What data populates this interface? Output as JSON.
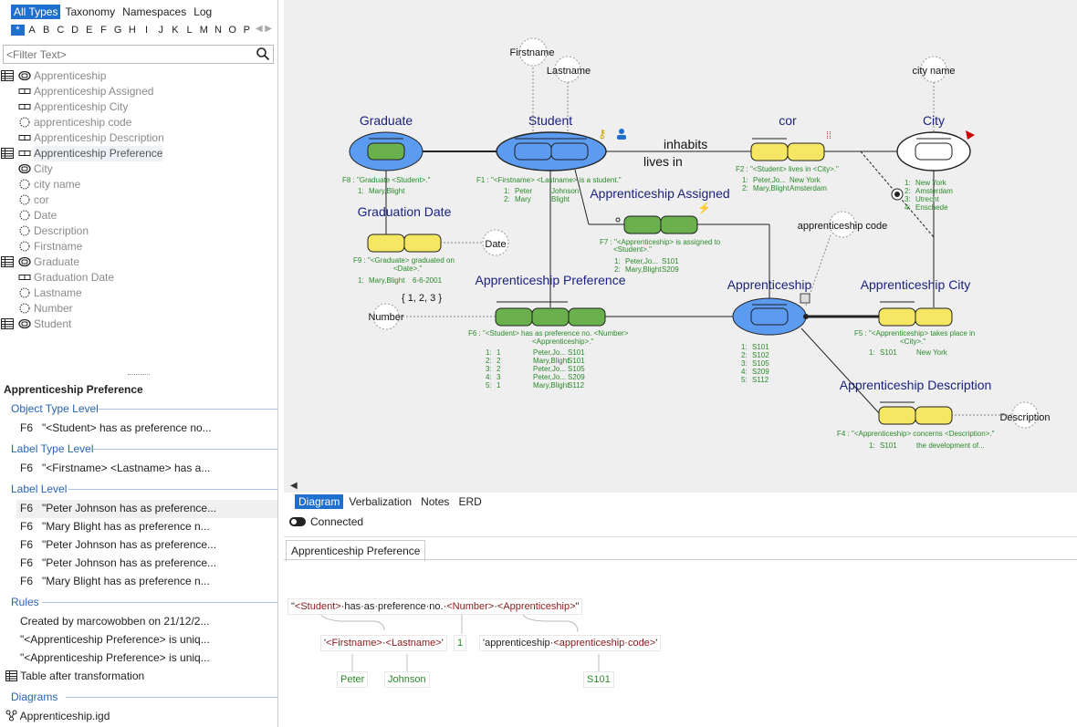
{
  "browser": {
    "tabs": [
      "All Types",
      "Taxonomy",
      "Namespaces",
      "Log"
    ],
    "letters": [
      "*",
      "A",
      "B",
      "C",
      "D",
      "E",
      "F",
      "G",
      "H",
      "I",
      "J",
      "K",
      "L",
      "M",
      "N",
      "O",
      "P"
    ],
    "filter_placeholder": "<Filter Text>",
    "items": [
      {
        "label": "Apprenticeship",
        "kind": "entity",
        "table": true
      },
      {
        "label": "Apprenticeship Assigned",
        "kind": "fact"
      },
      {
        "label": "Apprenticeship City",
        "kind": "fact"
      },
      {
        "label": "apprenticeship code",
        "kind": "label"
      },
      {
        "label": "Apprenticeship Description",
        "kind": "fact"
      },
      {
        "label": "Apprenticeship Preference",
        "kind": "fact",
        "table": true,
        "selected": true
      },
      {
        "label": "City",
        "kind": "entity"
      },
      {
        "label": "city name",
        "kind": "label"
      },
      {
        "label": "cor",
        "kind": "label"
      },
      {
        "label": "Date",
        "kind": "label"
      },
      {
        "label": "Description",
        "kind": "label"
      },
      {
        "label": "Firstname",
        "kind": "label"
      },
      {
        "label": "Graduate",
        "kind": "entity",
        "table": true
      },
      {
        "label": "Graduation Date",
        "kind": "fact"
      },
      {
        "label": "Lastname",
        "kind": "label"
      },
      {
        "label": "Number",
        "kind": "label"
      },
      {
        "label": "Student",
        "kind": "entity",
        "table": true
      }
    ]
  },
  "details": {
    "title": "Apprenticeship Preference",
    "object_type_level": {
      "heading": "Object Type Level",
      "rows": [
        {
          "f": "F6",
          "text": "\"<Student> has as preference no..."
        }
      ]
    },
    "label_type_level": {
      "heading": "Label Type Level",
      "rows": [
        {
          "f": "F6",
          "text": "\"<Firstname> <Lastname> has a..."
        }
      ]
    },
    "label_level": {
      "heading": "Label Level",
      "rows": [
        {
          "f": "F6",
          "text": "\"Peter Johnson has as preference..."
        },
        {
          "f": "F6",
          "text": "\"Mary Blight has as preference n..."
        },
        {
          "f": "F6",
          "text": "\"Peter Johnson has as preference..."
        },
        {
          "f": "F6",
          "text": "\"Peter Johnson has as preference..."
        },
        {
          "f": "F6",
          "text": "\"Mary Blight has as preference n..."
        }
      ]
    },
    "rules": {
      "heading": "Rules",
      "rows": [
        "Created by marcowobben on 21/12/2...",
        "\"<Apprenticeship Preference> is uniq...",
        "\"<Apprenticeship Preference> is uniq..."
      ]
    },
    "table_after": "Table after transformation",
    "diagrams": {
      "heading": "Diagrams",
      "rows": [
        "Apprenticeship.igd"
      ]
    }
  },
  "view_tabs": [
    "Diagram",
    "Verbalization",
    "Notes",
    "ERD"
  ],
  "connected_label": "Connected",
  "bottom": {
    "tab": "Apprenticeship Preference",
    "sentence": {
      "q1": "\"",
      "student": "<Student>",
      "t1": "·has·as·preference·no.·",
      "number": "<Number>",
      "sep": "·",
      "app": "<Apprenticeship>",
      "q2": "\""
    },
    "student_expansion": {
      "q1": "'",
      "first": "<Firstname>",
      "sep": "·",
      "last": "<Lastname>",
      "q2": "'"
    },
    "number_value": "1",
    "app_expansion": {
      "pre": "'apprenticeship·",
      "code": "<apprenticeship·code>",
      "q2": "'"
    },
    "values": {
      "first": "Peter",
      "last": "Johnson",
      "code": "S101"
    }
  },
  "diagram": {
    "objects": {
      "graduate": "Graduate",
      "student": "Student",
      "cor": "cor",
      "city": "City",
      "graduation_date": "Graduation Date",
      "apprenticeship_assigned": "Apprenticeship Assigned",
      "apprenticeship_preference": "Apprenticeship Preference",
      "apprenticeship": "Apprenticeship",
      "apprenticeship_city": "Apprenticeship City",
      "apprenticeship_description": "Apprenticeship Description"
    },
    "labels": {
      "firstname": "Firstname",
      "lastname": "Lastname",
      "city_name": "city name",
      "date": "Date",
      "apprenticeship_code": "apprenticeship code",
      "number": "Number",
      "description": "Description"
    },
    "role_text": {
      "inhabits": "inhabits",
      "lives_in": "lives in"
    },
    "number_constraint": "{ 1, 2, 3 }",
    "facts": {
      "f1": "F1 : \"<Firstname> <Lastname> is a student.\"",
      "f2": "F2 : \"<Student> lives in <City>.\"",
      "f8": "F8 : \"Graduate <Student>.\"",
      "f9a": "F9 : \"<Graduate> graduated on",
      "f9b": "<Date>.\"",
      "f7a": "F7 : \"<Apprenticeship> is assigned to",
      "f7b": "<Student>.\"",
      "f6a": "F6 : \"<Student> has as preference no. <Number>",
      "f6b": "<Apprenticeship>.\"",
      "f5a": "F5 : \"<Apprenticeship> takes place in",
      "f5b": "<City>.\"",
      "f4": "F4 : \"<Apprenticeship> concerns <Description>.\""
    },
    "populations": {
      "f8": [
        [
          "1:",
          "Mary,Blight"
        ]
      ],
      "f1": [
        [
          "1:",
          "Peter",
          "Johnson"
        ],
        [
          "2:",
          "Mary",
          "Blight"
        ]
      ],
      "f2": [
        [
          "1:",
          "Peter,Jo...",
          "New York"
        ],
        [
          "2:",
          "Mary,Blight",
          "Amsterdam"
        ]
      ],
      "city": [
        [
          "1:",
          "New York"
        ],
        [
          "2:",
          "Amsterdam"
        ],
        [
          "3:",
          "Utrecht"
        ],
        [
          "4:",
          "Enschede"
        ]
      ],
      "f9": [
        [
          "1:",
          "Mary,Blight",
          "6-6-2001"
        ]
      ],
      "f7": [
        [
          "1:",
          "Peter,Jo...",
          "S101"
        ],
        [
          "2:",
          "Mary,Blight",
          "S209"
        ]
      ],
      "f6": [
        [
          "1:",
          "1",
          "Peter,Jo...",
          "S101"
        ],
        [
          "2:",
          "2",
          "Mary,Blight",
          "S101"
        ],
        [
          "3:",
          "2",
          "Peter,Jo...",
          "S105"
        ],
        [
          "4:",
          "3",
          "Peter,Jo...",
          "S209"
        ],
        [
          "5:",
          "1",
          "Mary,Blight",
          "S112"
        ]
      ],
      "app": [
        [
          "1:",
          "S101"
        ],
        [
          "2:",
          "S102"
        ],
        [
          "3:",
          "S105"
        ],
        [
          "4:",
          "S209"
        ],
        [
          "5:",
          "S112"
        ]
      ],
      "f5": [
        [
          "1:",
          "S101",
          "New York"
        ]
      ],
      "f4": [
        [
          "1:",
          "S101",
          "the development of..."
        ]
      ]
    }
  },
  "colors": {
    "accent": "#1f6fcf",
    "entity_fill": "#5b9bf0",
    "role_green": "#6ab04c",
    "role_yellow": "#f5e663",
    "population_text": "#2a8a2a",
    "object_title": "#1a237e"
  }
}
